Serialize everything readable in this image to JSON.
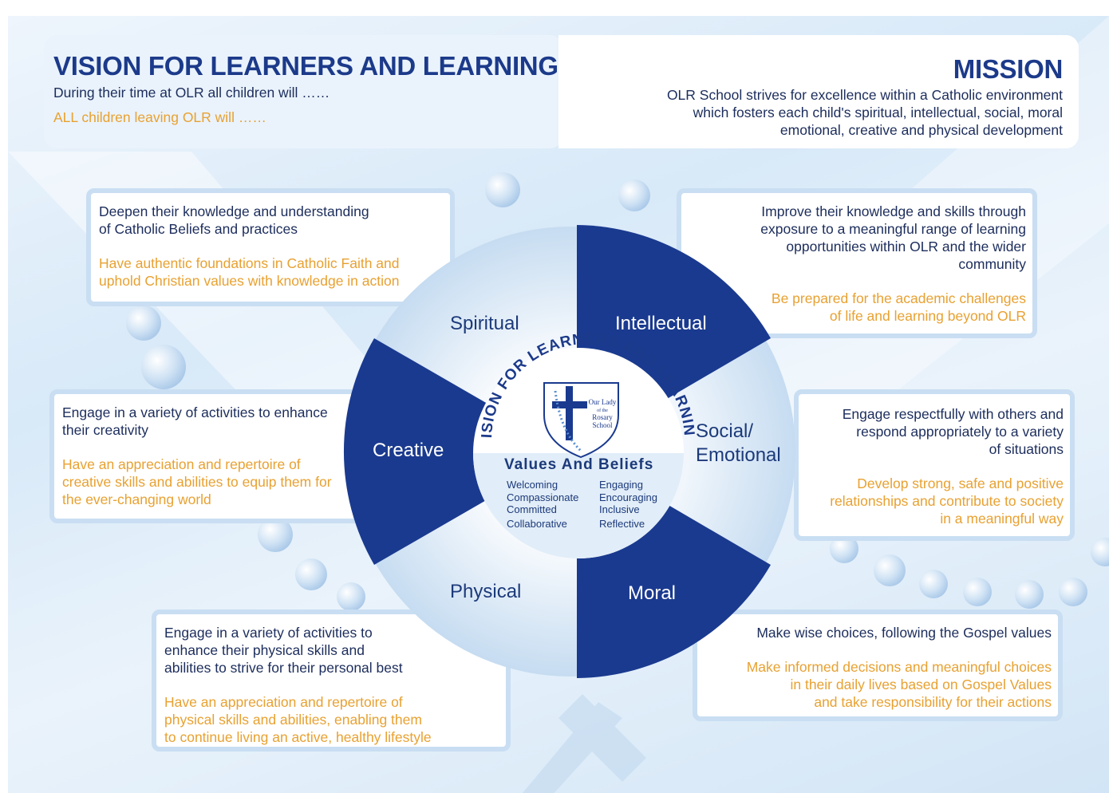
{
  "vision": {
    "title": "VISION FOR LEARNERS AND LEARNING",
    "line1": "During their time at OLR all children will ……",
    "line2": "ALL children leaving OLR will ……"
  },
  "mission": {
    "title": "MISSION",
    "text": "OLR School strives for excellence within a Catholic environment\nwhich fosters each child's spiritual, intellectual, social, moral\nemotional, creative and physical development"
  },
  "segments": {
    "spiritual": "Spiritual",
    "intellectual": "Intellectual",
    "social": "Social/\nEmotional",
    "moral": "Moral",
    "physical": "Physical",
    "creative": "Creative"
  },
  "center": {
    "arc_text": "VISION FOR LEARNERS AND LEARNING",
    "values_title": "Values And Beliefs",
    "values_left": [
      "Welcoming",
      "Compassionate",
      "Committed",
      "Collaborative"
    ],
    "values_right": [
      "Engaging",
      "Encouraging",
      "Inclusive",
      "Reflective"
    ],
    "crest_text": [
      "Our Lady",
      "of the",
      "Rosary",
      "School"
    ]
  },
  "boxes": {
    "spiritual": {
      "will": "Deepen their knowledge and understanding\nof Catholic Beliefs and practices",
      "leaving": "Have authentic foundations in Catholic Faith and\nuphold Christian values with knowledge in action"
    },
    "intellectual": {
      "will": "Improve their knowledge and skills through\nexposure to a meaningful range of learning\nopportunities within OLR and the wider\ncommunity",
      "leaving": "Be prepared for the academic challenges\nof life and learning beyond OLR"
    },
    "creative": {
      "will": "Engage in a variety of activities to enhance\ntheir creativity",
      "leaving": "Have an appreciation and repertoire of\ncreative skills and abilities to equip them for\nthe ever-changing world"
    },
    "social": {
      "will": "Engage respectfully with others and\nrespond appropriately to a variety\nof situations",
      "leaving": "Develop strong, safe and positive\nrelationships and contribute to society\nin a meaningful way"
    },
    "physical": {
      "will": "Engage in a variety of activities to\nenhance their physical skills and\nabilities to strive for their personal best",
      "leaving": "Have an appreciation and repertoire of\nphysical skills and abilities, enabling them\nto continue living an active, healthy lifestyle"
    },
    "moral": {
      "will": "Make wise choices, following the Gospel values",
      "leaving": "Make informed decisions and meaningful choices\nin their daily lives based on Gospel Values\nand take responsibility for their actions"
    }
  },
  "colors": {
    "dark_blue": "#1a3a8f",
    "light_blue": "#dbe9f7",
    "title_blue": "#1c3a8a",
    "orange": "#e8a131"
  }
}
